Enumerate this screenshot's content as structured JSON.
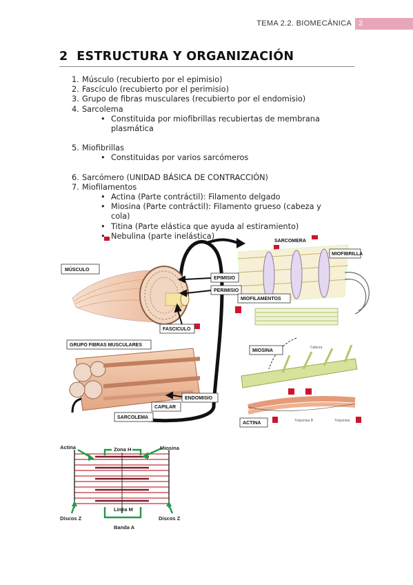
{
  "header": {
    "title": "TEMA 2.2. BIOMECÁNICA",
    "page_number": "2"
  },
  "section": {
    "number": "2",
    "title": "ESTRUCTURA Y ORGANIZACIÓN"
  },
  "list": [
    {
      "num": "1.",
      "text": "Músculo (recubierto por el epimisio)"
    },
    {
      "num": "2.",
      "text": "Fascículo (recubierto por el perimisio)"
    },
    {
      "num": "3.",
      "text": "Grupo de fibras musculares (recubierto por el endomisio)"
    },
    {
      "num": "4.",
      "text": "Sarcolema"
    },
    {
      "sub": "Constituida por miofibrillas recubiertas de membrana plasmática"
    },
    {
      "num": "5.",
      "text": "Miofibrillas"
    },
    {
      "sub": "Constituidas por varios sarcómeros"
    },
    {
      "num": "6.",
      "text": "Sarcómero (UNIDAD BÁSICA DE CONTRACCIÓN)"
    },
    {
      "num": "7.",
      "text": "Miofilamentos"
    },
    {
      "sub": "Actina (Parte contráctil): Filamento delgado"
    },
    {
      "sub": "Miosina (Parte contráctil): Filamento grueso (cabeza y cola)"
    },
    {
      "sub": "Titina (Parte elástica que ayuda al estiramiento)"
    },
    {
      "sub": "Nebulina (parte inelástica)"
    }
  ],
  "figure1": {
    "labels": {
      "musculo": "MÚSCULO",
      "epimisio": "EPIMISIO",
      "perimisio": "PERIMISIO",
      "fasciculo": "FASCICULO",
      "grupo": "GRUPO FIBRAS MUSCULARES",
      "endomisio": "ENDOMISIO",
      "capilar": "CAPILAR",
      "sarcolema": "SARCOLEMA",
      "sarcomera": "SARCOMERA",
      "miofibrilla": "MIOFIBRILLA",
      "miofilamentos": "MIOFILAMENTOS",
      "miosina": "MIOSINA",
      "actina": "ACTINA",
      "cabeza": "Cabeza",
      "troponina_b": "Troponina B",
      "troponina": "Troponina"
    }
  },
  "figure2": {
    "actina": "Actina",
    "zona_h": "Zona H",
    "miosina": "Miosina",
    "discos_z_left": "Discos Z",
    "discos_z_right": "Discos Z",
    "linea_m": "Línea M",
    "banda_a": "Banda A"
  },
  "colors": {
    "accent_pink": "#e8a7b8",
    "marker_red": "#d0142c",
    "label_box": "#333333",
    "diagram_arrow_green": "#22994a",
    "muscle_tone": "#f2c6a6"
  }
}
